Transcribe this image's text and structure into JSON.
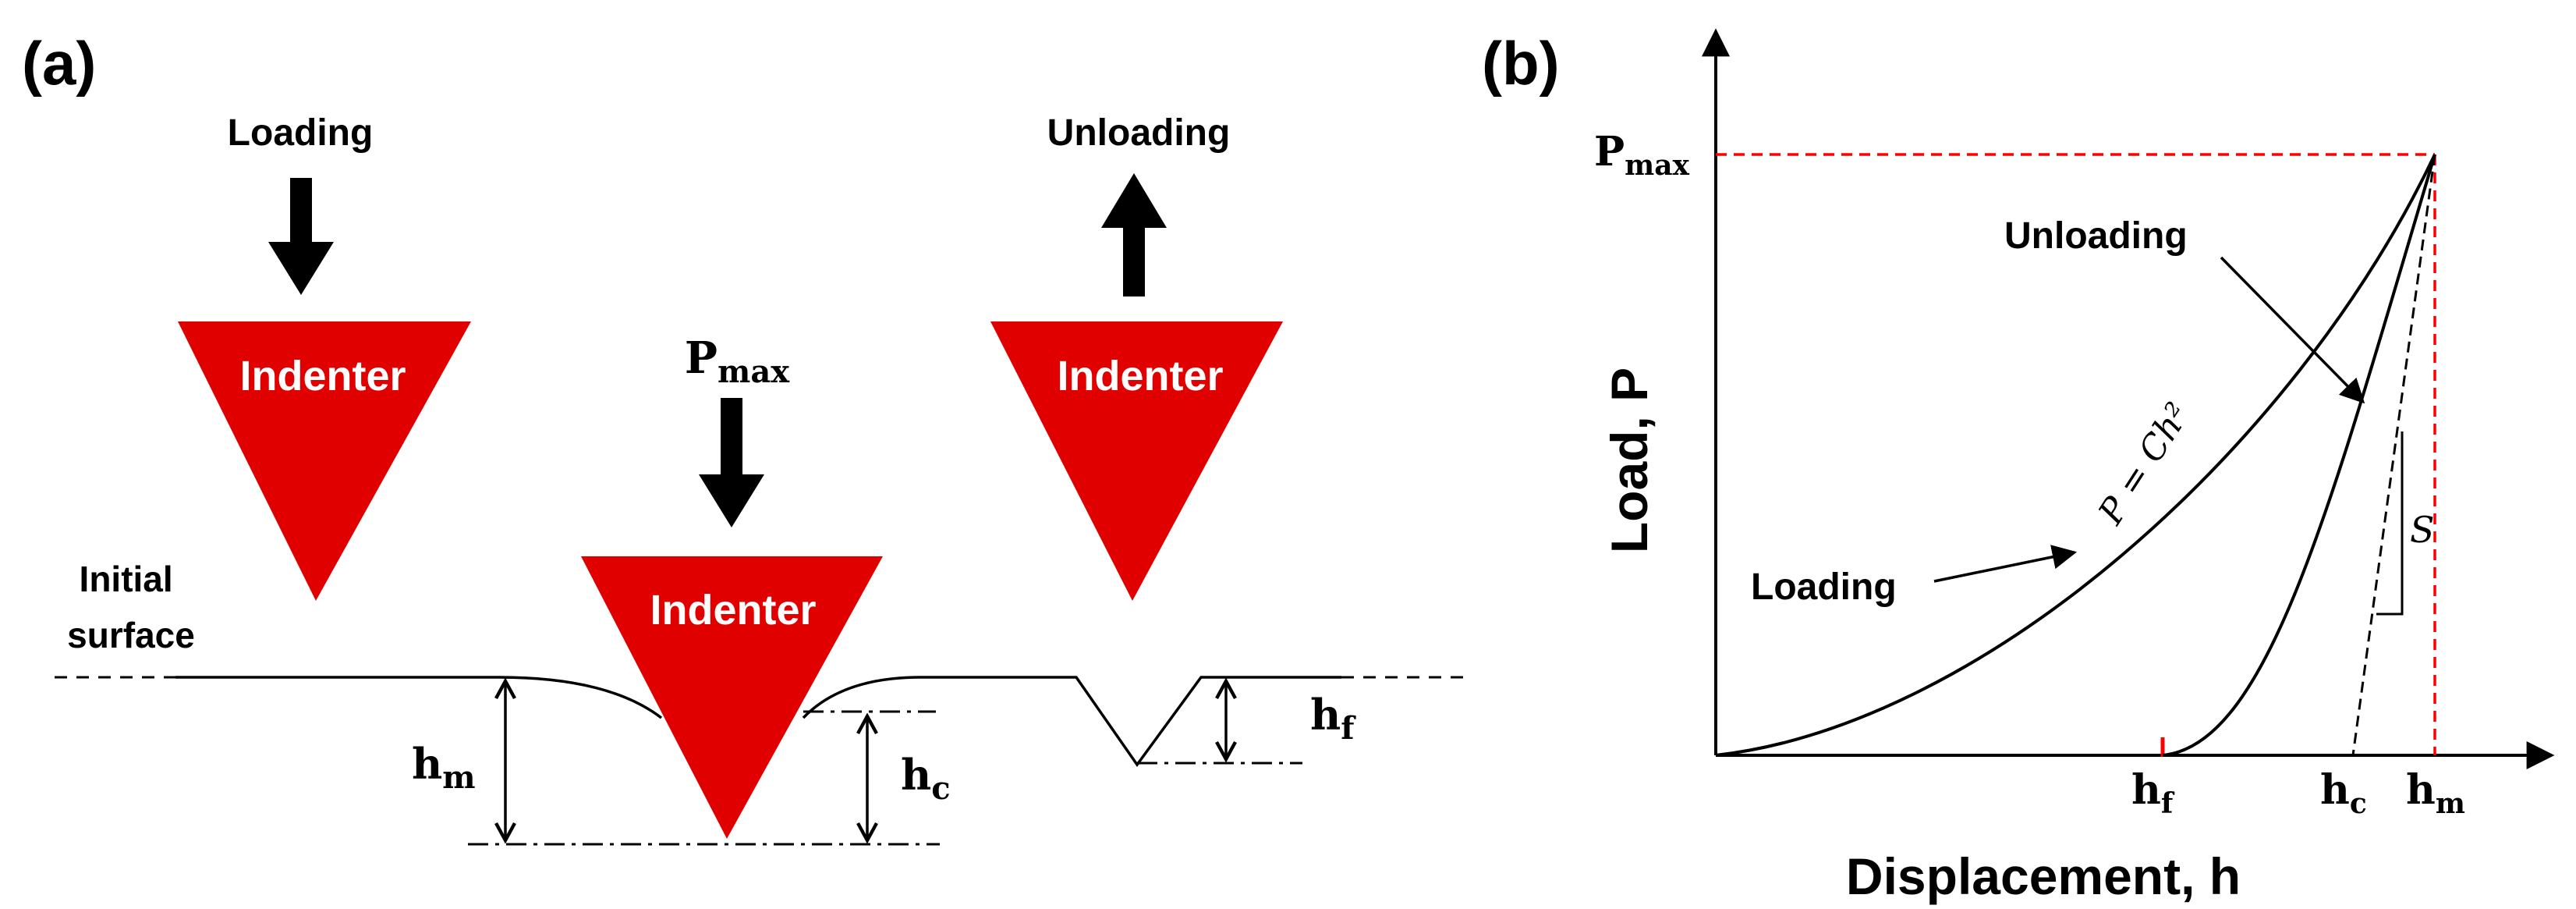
{
  "panel_a": {
    "label": "(a)",
    "loading_label": "Loading",
    "unloading_label": "Unloading",
    "indenter_label": "Indenter",
    "pmax_main": "P",
    "pmax_sub": "max",
    "initial_surface_line1": "Initial",
    "initial_surface_line2": "surface",
    "hm_main": "h",
    "hm_sub": "m",
    "hc_main": "h",
    "hc_sub": "c",
    "hf_main": "h",
    "hf_sub": "f",
    "indenter_color": "#e00000"
  },
  "panel_b": {
    "label": "(b)",
    "pmax_main": "P",
    "pmax_sub": "max",
    "y_axis_label": "Load, P",
    "x_axis_label": "Displacement, h",
    "unloading_label": "Unloading",
    "loading_label": "Loading",
    "equation": "P = Ch²",
    "stiffness_label": "S",
    "hf_main": "h",
    "hf_sub": "f",
    "hc_main": "h",
    "hc_sub": "c",
    "hm_main": "h",
    "hm_sub": "m",
    "guide_color": "#ff0000"
  }
}
